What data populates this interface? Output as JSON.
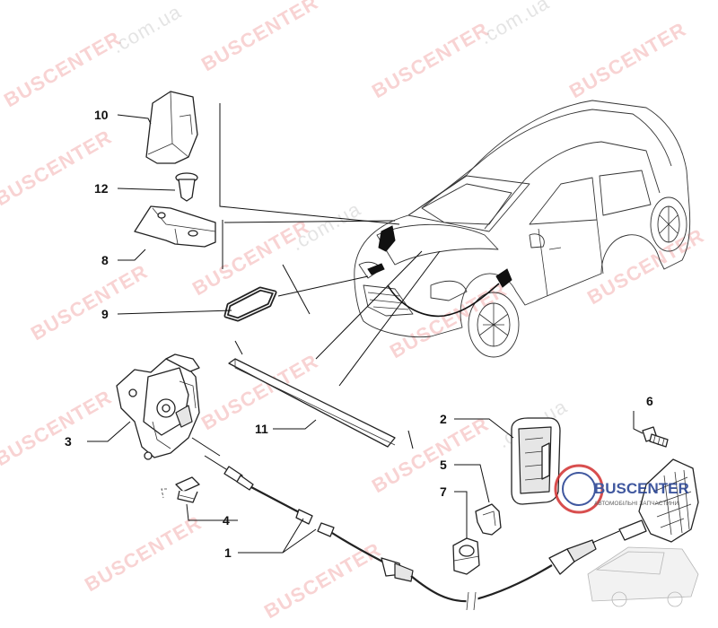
{
  "watermark": {
    "brand_red": "BUSCENTER",
    "domain_grey": ".com.ua",
    "red_color": "#e23a3a",
    "grey_color": "#888888"
  },
  "logo": {
    "brand": "BUSCENTER",
    "subtitle": "АВТОМОБІЛЬНІ ЗАПЧАСТИНИ"
  },
  "callouts": [
    {
      "id": "c10",
      "label": "10"
    },
    {
      "id": "c12",
      "label": "12"
    },
    {
      "id": "c8",
      "label": "8"
    },
    {
      "id": "c9",
      "label": "9"
    },
    {
      "id": "c3",
      "label": "3"
    },
    {
      "id": "c4",
      "label": "4"
    },
    {
      "id": "c1",
      "label": "1"
    },
    {
      "id": "c11",
      "label": "11"
    },
    {
      "id": "c2",
      "label": "2"
    },
    {
      "id": "c5",
      "label": "5"
    },
    {
      "id": "c7",
      "label": "7"
    },
    {
      "id": "c6",
      "label": "6"
    }
  ]
}
